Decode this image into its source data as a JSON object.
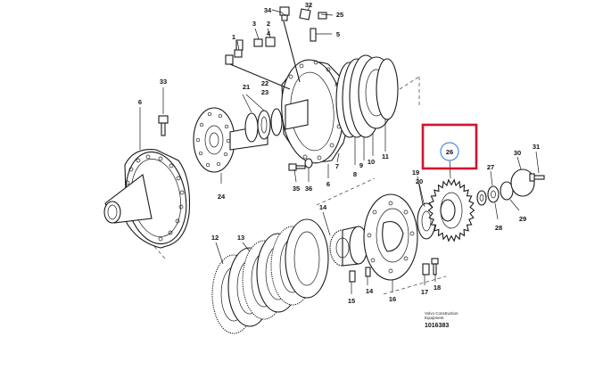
{
  "diagram": {
    "highlight": {
      "label": "26",
      "box_color": "#d0142c",
      "circle_color": "#4a8fd6"
    },
    "callouts": {
      "p1": "1",
      "p2": "2",
      "p3": "3",
      "p4": "4",
      "p5": "5",
      "p6a": "6",
      "p6b": "6",
      "p7": "7",
      "p8": "8",
      "p9": "9",
      "p10": "10",
      "p11": "11",
      "p12": "12",
      "p13": "13",
      "p14a": "14",
      "p14b": "14",
      "p15": "15",
      "p16": "16",
      "p17": "17",
      "p18": "18",
      "p19": "19",
      "p20": "20",
      "p21": "21",
      "p22": "22",
      "p23": "23",
      "p24": "24",
      "p25": "25",
      "p27": "27",
      "p28": "28",
      "p29": "29",
      "p30": "30",
      "p31": "31",
      "p32": "32",
      "p33": "33",
      "p34": "34",
      "p35": "35",
      "p36": "36"
    },
    "brand_line1": "Volvo Construction",
    "brand_line2": "Equipment",
    "doc_number": "1016383"
  }
}
